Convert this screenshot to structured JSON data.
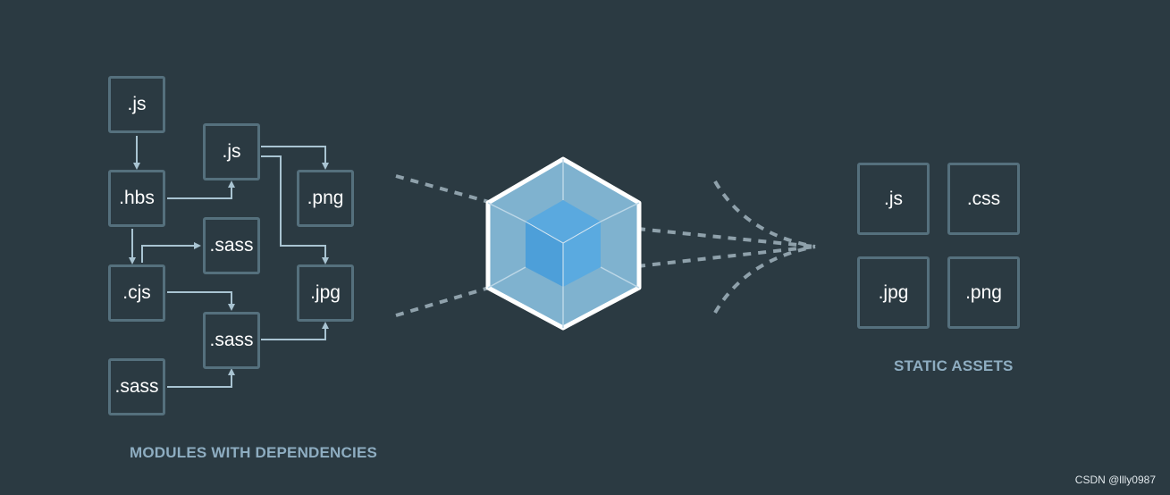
{
  "modules": {
    "caption": "MODULES WITH DEPENDENCIES",
    "items": [
      ".js",
      ".js",
      ".hbs",
      ".png",
      ".sass",
      ".cjs",
      ".jpg",
      ".sass",
      ".sass"
    ]
  },
  "assets": {
    "caption": "STATIC ASSETS",
    "items": [
      ".js",
      ".css",
      ".jpg",
      ".png"
    ]
  },
  "logo": "webpack-cube-icon",
  "colors": {
    "background": "#2b3a42",
    "box_border": "#55707d",
    "connector": "#a9c4d2",
    "dashed": "#8fa1ab",
    "caption": "#8eadc1",
    "cube_outer": "#8ed6fb",
    "cube_inner": "#1c78c0",
    "cube_edge": "#ffffff"
  },
  "watermark": "CSDN @llly0987"
}
